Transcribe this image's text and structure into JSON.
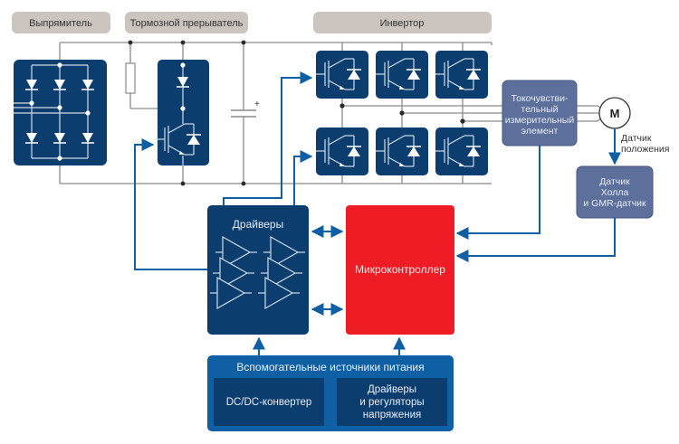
{
  "diagram": {
    "title_tabs": {
      "rectifier": "Выпрямитель",
      "brake_chopper": "Тормозной прерыватель",
      "inverter": "Инвертор"
    },
    "blocks": {
      "current_sensing": [
        "Токочувстви-",
        "тельный",
        "измерительный",
        "элемент"
      ],
      "motor": "M",
      "position_sensor_label": [
        "Датчик",
        "положения"
      ],
      "hall_sensor": [
        "Датчик",
        "Холла",
        "и GMR-датчик"
      ],
      "drivers": "Драйверы",
      "microcontroller": "Микроконтроллер",
      "aux_power": {
        "title": "Вспомогательные источники питания",
        "dcdc": "DC/DC-конвертер",
        "regulators": [
          "Драйверы",
          "и регуляторы",
          "напряжения"
        ]
      },
      "capacitor_polarity": "+"
    },
    "colors": {
      "tab_bg": "#cbc4bf",
      "module_blue": "#0b3d6f",
      "slate_block": "#5d6f9b",
      "mcu_red": "#ee1c25",
      "aux_blue": "#0e5fa3",
      "aux_inner": "#0b3d6f",
      "arrow_blue": "#0e5fa3",
      "wire_gray": "#8a8a8a"
    }
  }
}
